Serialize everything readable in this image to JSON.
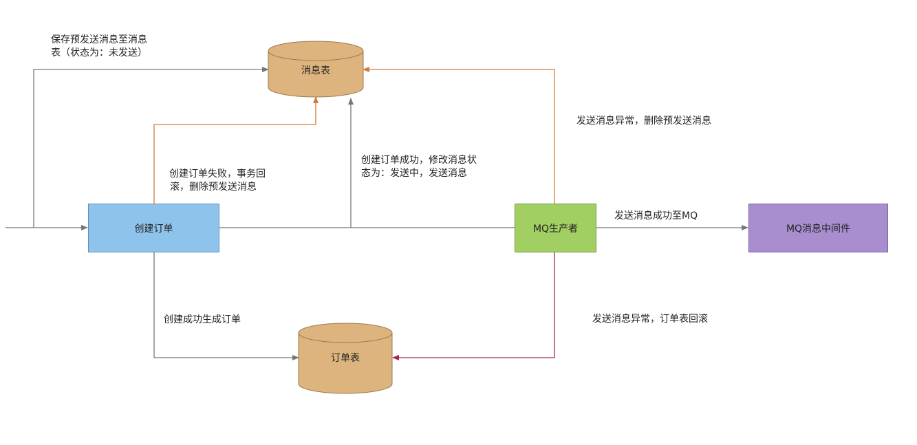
{
  "nodes": {
    "create_order": "创建订单",
    "mq_producer": "MQ生产者",
    "mq_middleware": "MQ消息中间件",
    "message_table": "消息表",
    "order_table": "订单表"
  },
  "colors": {
    "create_order_fill": "#8ec3eb",
    "mq_producer_fill": "#a2cf62",
    "mq_middleware_fill": "#a98ecf",
    "db_fill": "#ddb47e",
    "line_gray": "#777777",
    "line_orange": "#d07c3c",
    "line_red": "#a52a3e"
  },
  "edges": {
    "save_pre_send_line1": "保存预发送消息至消息",
    "save_pre_send_line2": "表（状态为：未发送）",
    "send_error_delete": "发送消息异常，删除预发送消息",
    "create_fail_line1": "创建订单失败，事务回",
    "create_fail_line2": "滚，删除预发送消息",
    "create_success_line1": "创建订单成功，修改消息状",
    "create_success_line2": "态为：发送中，发送消息",
    "send_success_mq": "发送消息成功至MQ",
    "create_success_order": "创建成功生成订单",
    "send_error_rollback": "发送消息异常，订单表回滚"
  }
}
